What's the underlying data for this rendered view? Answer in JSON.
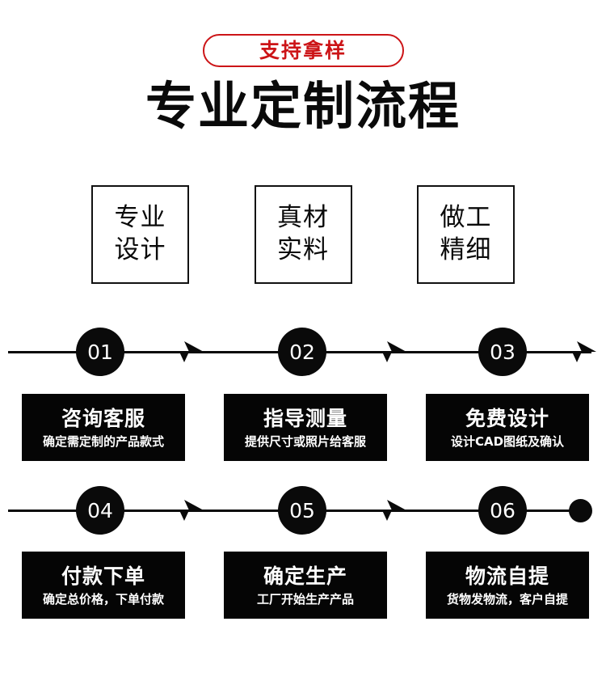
{
  "badge": {
    "label": "支持拿样",
    "color": "#cc1417"
  },
  "title": "专业定制流程",
  "features": [
    {
      "line1": "专业",
      "line2": "设计"
    },
    {
      "line1": "真材",
      "line2": "实料"
    },
    {
      "line1": "做工",
      "line2": "精细"
    }
  ],
  "steps_row1": [
    {
      "number": "01",
      "title": "咨询客服",
      "subtitle": "确定需定制的产品款式"
    },
    {
      "number": "02",
      "title": "指导测量",
      "subtitle": "提供尺寸或照片给客服"
    },
    {
      "number": "03",
      "title": "免费设计",
      "subtitle": "设计CAD图纸及确认"
    }
  ],
  "steps_row2": [
    {
      "number": "04",
      "title": "付款下单",
      "subtitle": "确定总价格，下单付款"
    },
    {
      "number": "05",
      "title": "确定生产",
      "subtitle": "工厂开始生产产品"
    },
    {
      "number": "06",
      "title": "物流自提",
      "subtitle": "货物发物流，客户自提"
    }
  ],
  "colors": {
    "accent_red": "#cc1417",
    "ink": "#0a0a0a",
    "card_bg": "#050505",
    "card_text": "#ffffff"
  }
}
